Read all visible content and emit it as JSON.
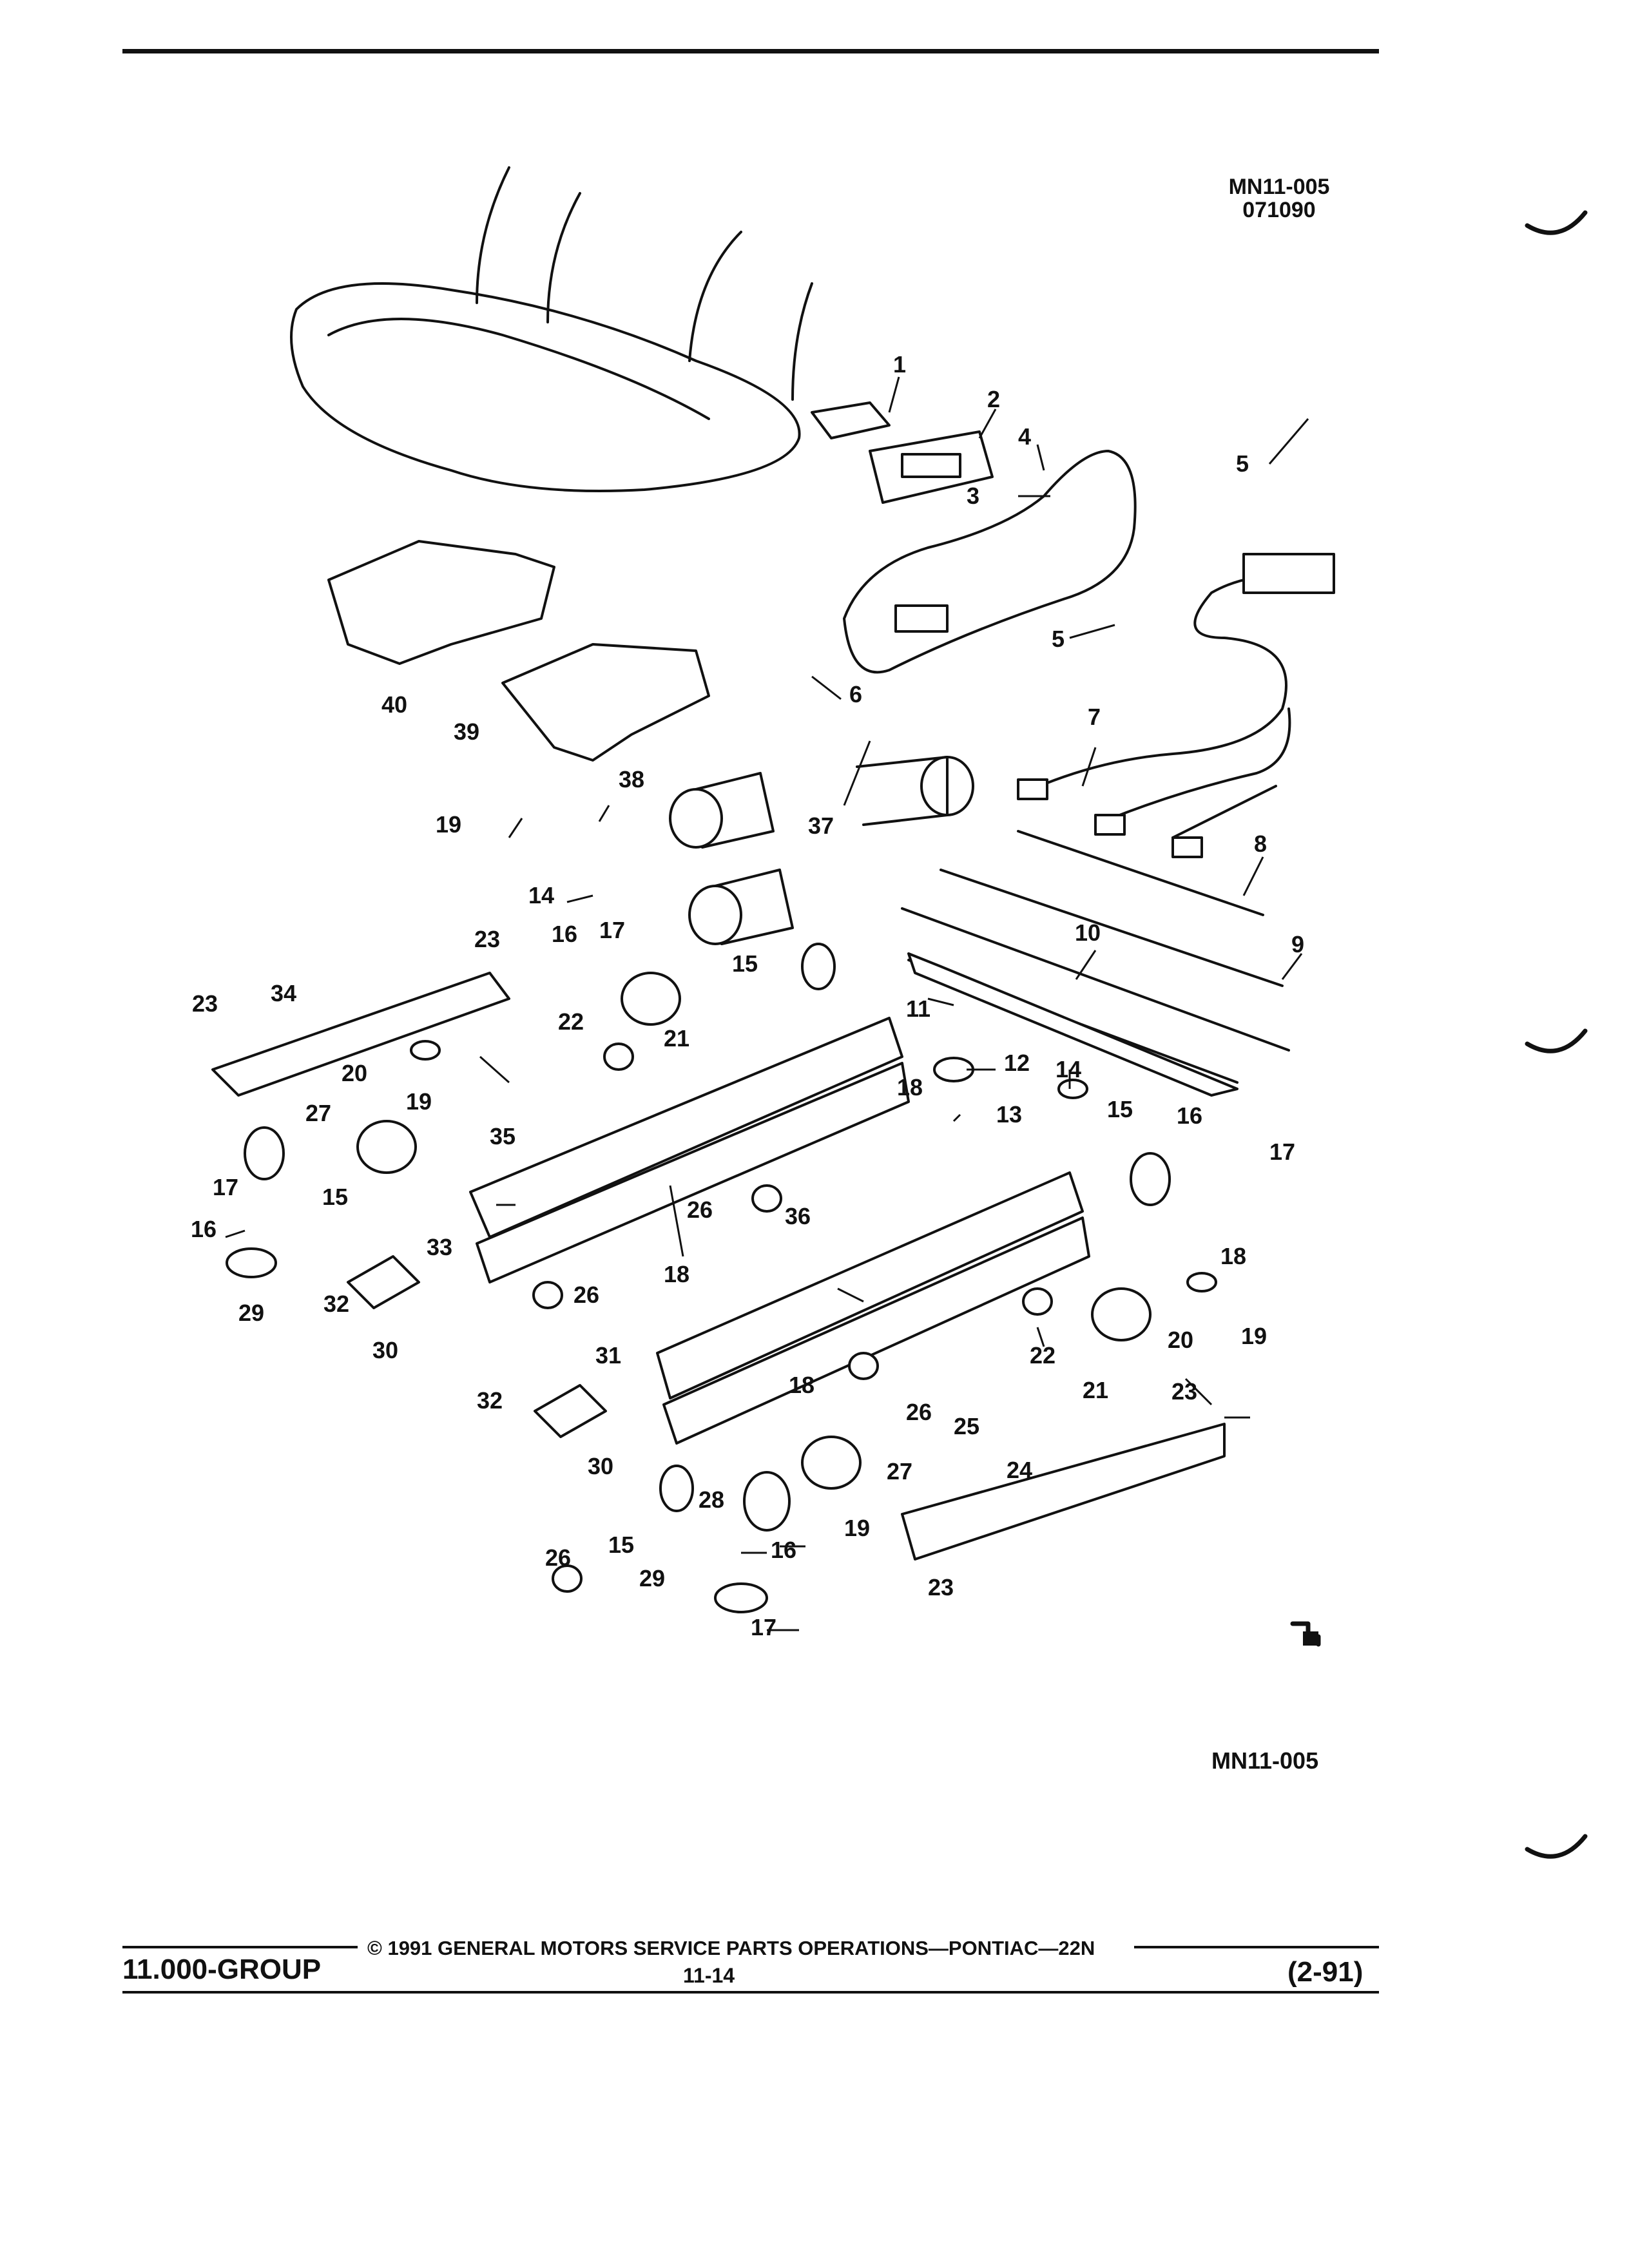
{
  "figure": {
    "ref_top_line1": "MN11-005",
    "ref_top_line2": "071090",
    "ref_bottom": "MN11-005"
  },
  "callouts": [
    "1",
    "2",
    "3",
    "4",
    "5",
    "5",
    "6",
    "7",
    "8",
    "9",
    "10",
    "11",
    "12",
    "13",
    "14",
    "14",
    "15",
    "15",
    "15",
    "15",
    "16",
    "16",
    "16",
    "16",
    "17",
    "17",
    "17",
    "17",
    "18",
    "18",
    "18",
    "18",
    "19",
    "19",
    "19",
    "19",
    "20",
    "20",
    "21",
    "21",
    "22",
    "22",
    "23",
    "23",
    "23",
    "23",
    "24",
    "25",
    "26",
    "26",
    "26",
    "26",
    "27",
    "27",
    "28",
    "29",
    "29",
    "30",
    "30",
    "31",
    "32",
    "32",
    "33",
    "34",
    "35",
    "36",
    "37",
    "38",
    "39",
    "40"
  ],
  "footer": {
    "group": "11.000-GROUP",
    "copyright": "© 1991 GENERAL MOTORS SERVICE PARTS OPERATIONS—PONTIAC—22N",
    "page": "11-14",
    "revision": "(2-91)"
  },
  "icons": [
    "seat-cushion-illustration",
    "seat-adjuster-track-illustration",
    "seat-motor-illustration",
    "wiring-harness-illustration",
    "corner-mark-icon"
  ]
}
